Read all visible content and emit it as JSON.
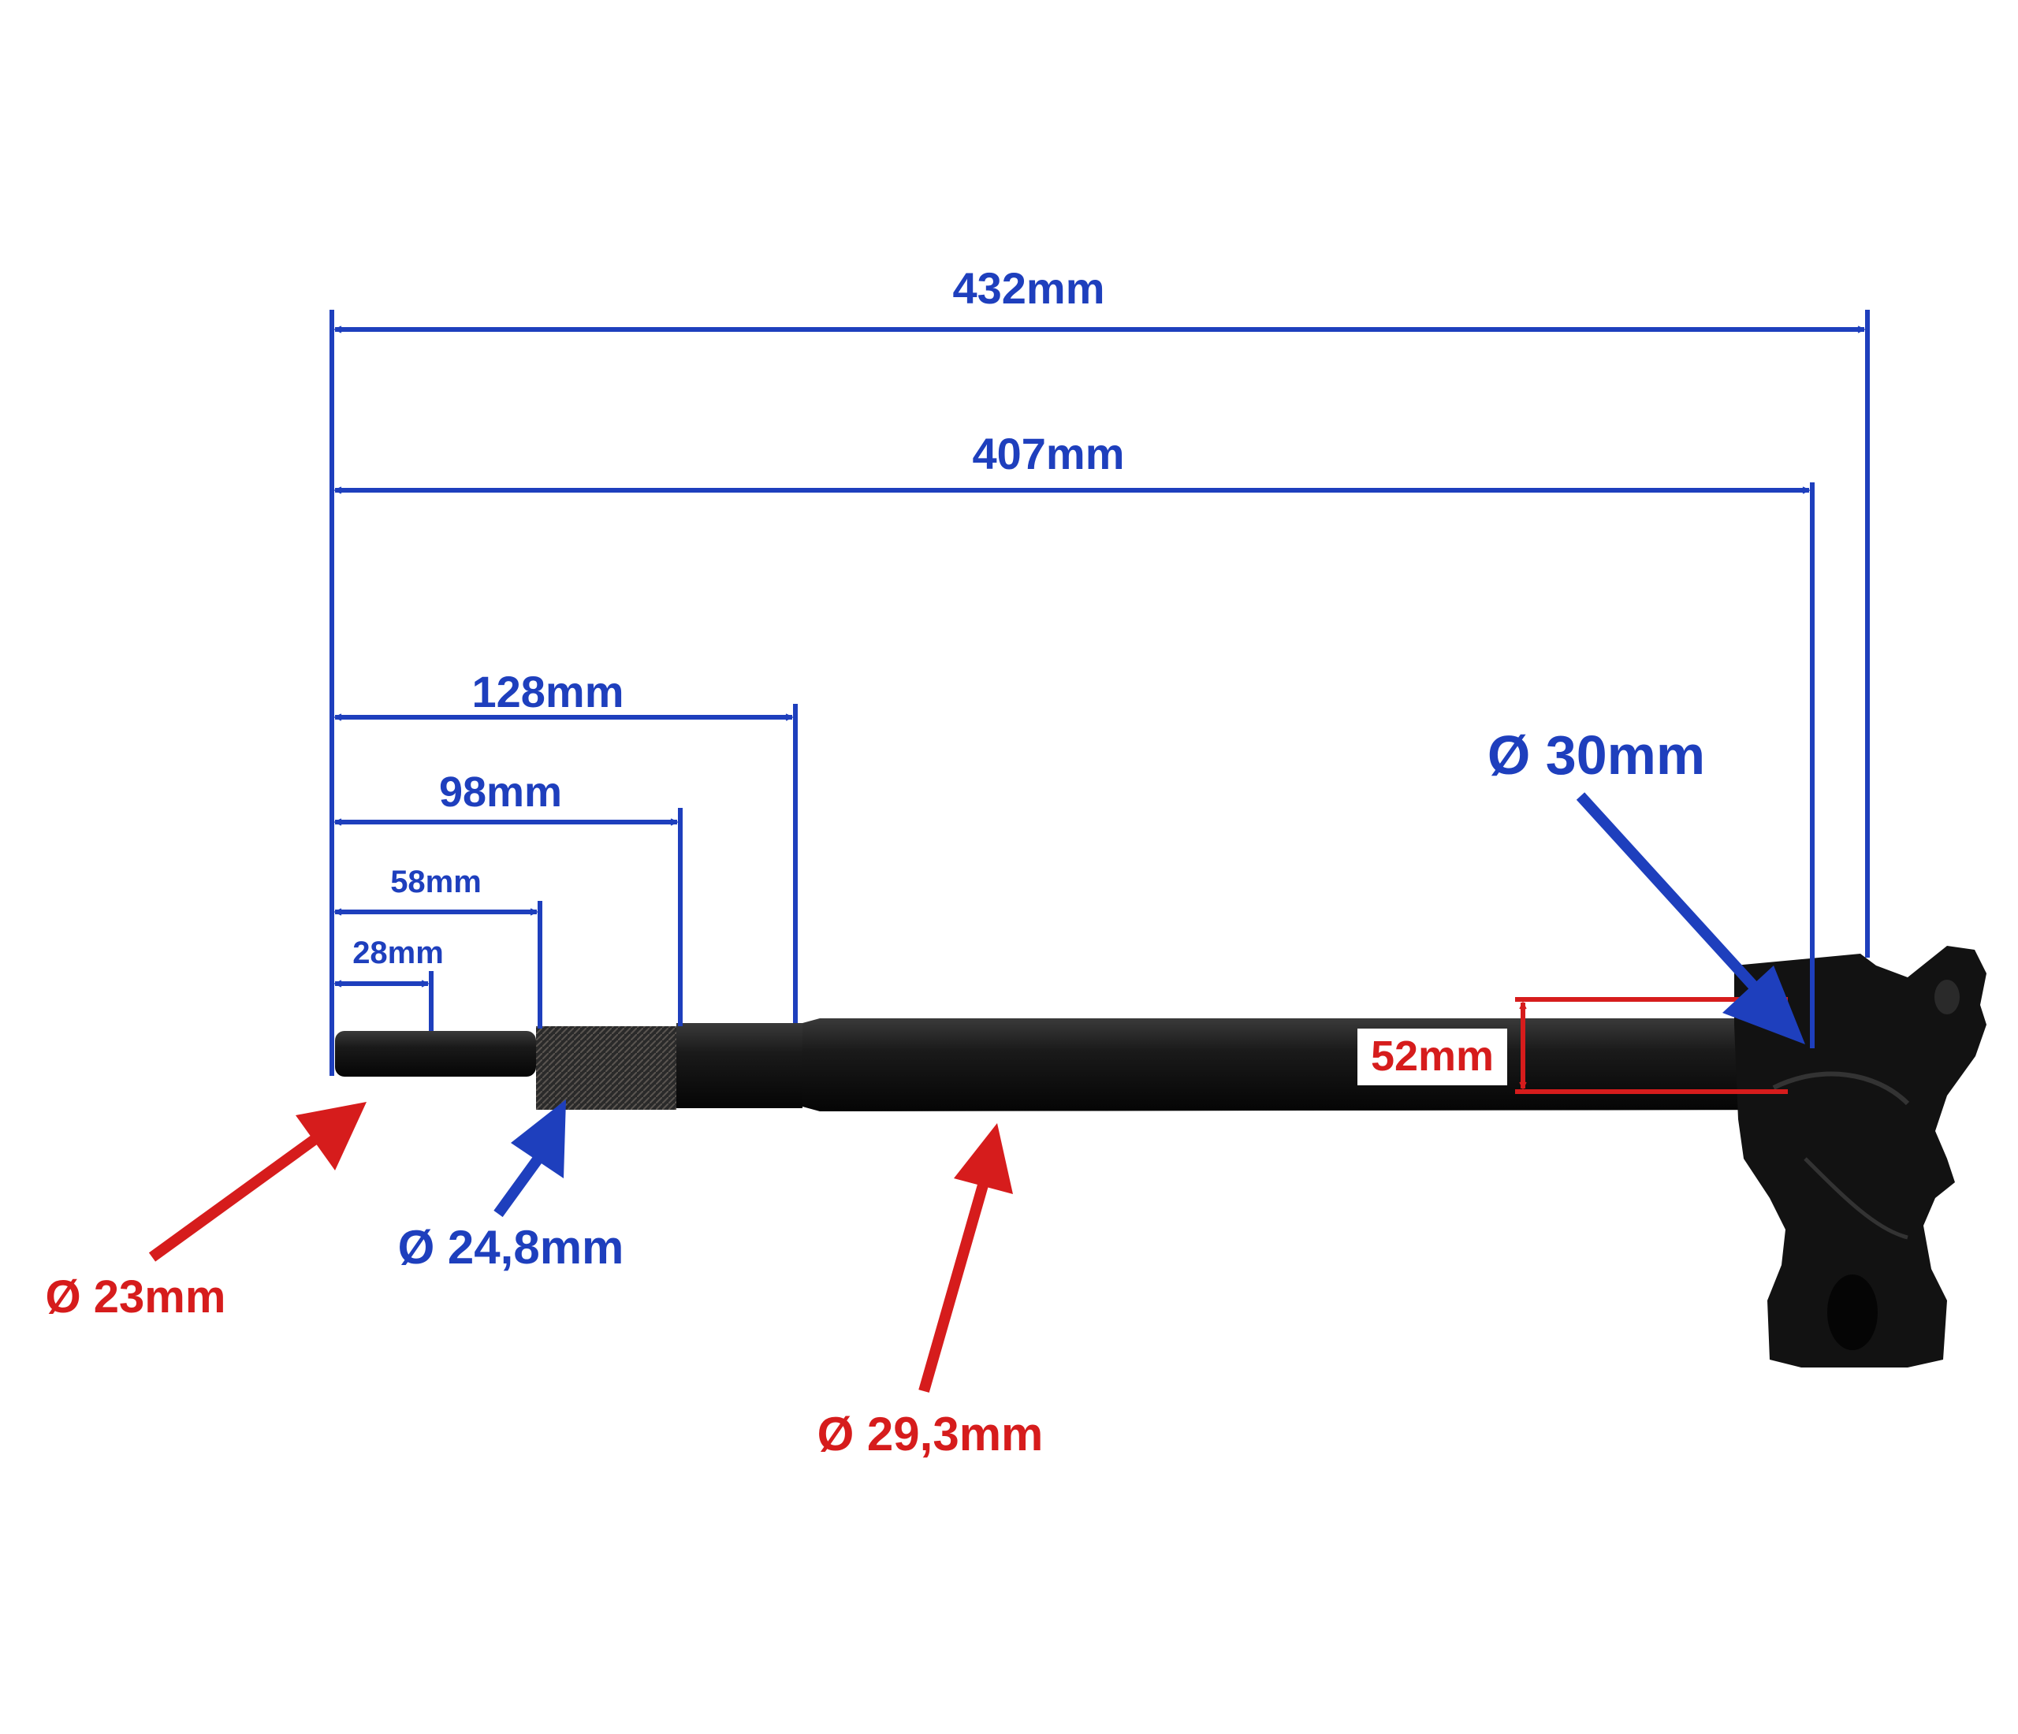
{
  "labels": {
    "overall_length": "432mm",
    "length_407": "407mm",
    "length_128": "128mm",
    "length_98": "98mm",
    "length_58": "58mm",
    "length_28": "28mm",
    "dia_30": "Ø 30mm",
    "width_52": "52mm",
    "dia_23": "Ø 23mm",
    "dia_24_8": "Ø 24,8mm",
    "dia_29_3": "Ø 29,3mm"
  },
  "colors": {
    "dimension_blue": "#1e3fbd",
    "dimension_red": "#d61c1c",
    "part_black": "#141414"
  }
}
